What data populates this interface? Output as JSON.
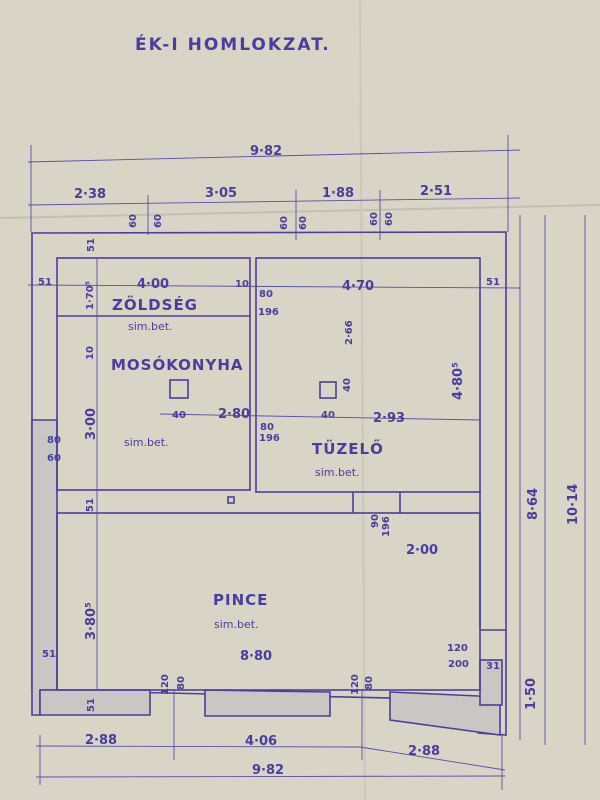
{
  "title": "ÉK-I HOMLOKZAT.",
  "rooms": {
    "zoldseg": {
      "name": "ZÖLDSÉG",
      "floor": "sim.bet."
    },
    "mosokonyha": {
      "name": "MOSÓKONYHA",
      "floor": "sim.bet."
    },
    "tuzelo": {
      "name": "TÜZELŐ",
      "floor": "sim.bet."
    },
    "pince": {
      "name": "PINCE",
      "floor": "sim.bet."
    }
  },
  "dimensions": {
    "top_total": "9·82",
    "top_segments": [
      "2·38",
      "3·05",
      "1·88",
      "2·51"
    ],
    "window_widths": [
      "60",
      "60",
      "60"
    ],
    "window_heights": [
      "60",
      "60",
      "60"
    ],
    "wall_51_top": "51",
    "wall_51_left": "51",
    "wall_51_right": "51",
    "zoldseg_width": "4·00",
    "zoldseg_height": "1·70⁵",
    "partition_10": "10",
    "door1_width": "80",
    "door1_height": "196",
    "tuzelo_width": "4·70",
    "tuzelo_height_a": "2·66",
    "tuzelo_height_b": "4·80⁵",
    "partition_10b": "10",
    "mosokonyha_height": "3·00",
    "mosokonyha_width": "2·80",
    "chimney1": "40",
    "chimney2": "40",
    "chimney2_h": "40",
    "door2_width": "80",
    "door2_height": "196",
    "tuzelo_width_b": "2·93",
    "window_left_w": "80",
    "window_left_h": "60",
    "wall_51_mid": "51",
    "door3_width": "90",
    "door3_height": "196",
    "stair_width": "2·00",
    "pince_height": "3·80⁵",
    "pince_width": "8·80",
    "wall_51_left_low": "51",
    "wall_51_bottom": "51",
    "vent1_w": "120",
    "vent1_h": "80",
    "vent2_w": "120",
    "vent2_h": "80",
    "door4_width": "120",
    "door4_height": "200",
    "wall_31": "31",
    "right_150": "1·50",
    "right_864": "8·64",
    "right_1014": "10·14",
    "bottom_segments": [
      "2·88",
      "4·06",
      "2·88"
    ],
    "bottom_total": "9·82"
  },
  "colors": {
    "ink": "#4b3f9c",
    "paper": "#d9d4c6",
    "hatch": "#cbc6c4"
  }
}
